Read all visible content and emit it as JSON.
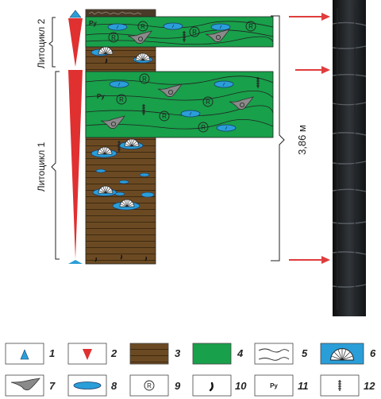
{
  "lithocycles": [
    {
      "label": "Литоцикл 2"
    },
    {
      "label": "Литоцикл 1"
    }
  ],
  "thickness_label": "3,86 м",
  "ry_label": "Ру",
  "legend": [
    {
      "number": "1",
      "icon": "blue-triangle-up"
    },
    {
      "number": "2",
      "icon": "red-triangle-down"
    },
    {
      "number": "3",
      "icon": "brown-lined-rectangle"
    },
    {
      "number": "4",
      "icon": "green-rectangle"
    },
    {
      "number": "5",
      "icon": "wavy-boundary"
    },
    {
      "number": "6",
      "icon": "shell-fan"
    },
    {
      "number": "7",
      "icon": "grey-lens"
    },
    {
      "number": "8",
      "icon": "blue-ellipse"
    },
    {
      "number": "9",
      "icon": "circled-r"
    },
    {
      "number": "10",
      "icon": "black-comma-mark"
    },
    {
      "number": "11",
      "icon": "ry-text"
    },
    {
      "number": "12",
      "icon": "vertical-burrow"
    }
  ],
  "colors": {
    "brown": "#6b4a23",
    "green": "#18a04a",
    "blue": "#2a9ed8",
    "red": "#e03030",
    "grey": "#8a8a8a",
    "arrow": "#e03c3c"
  }
}
